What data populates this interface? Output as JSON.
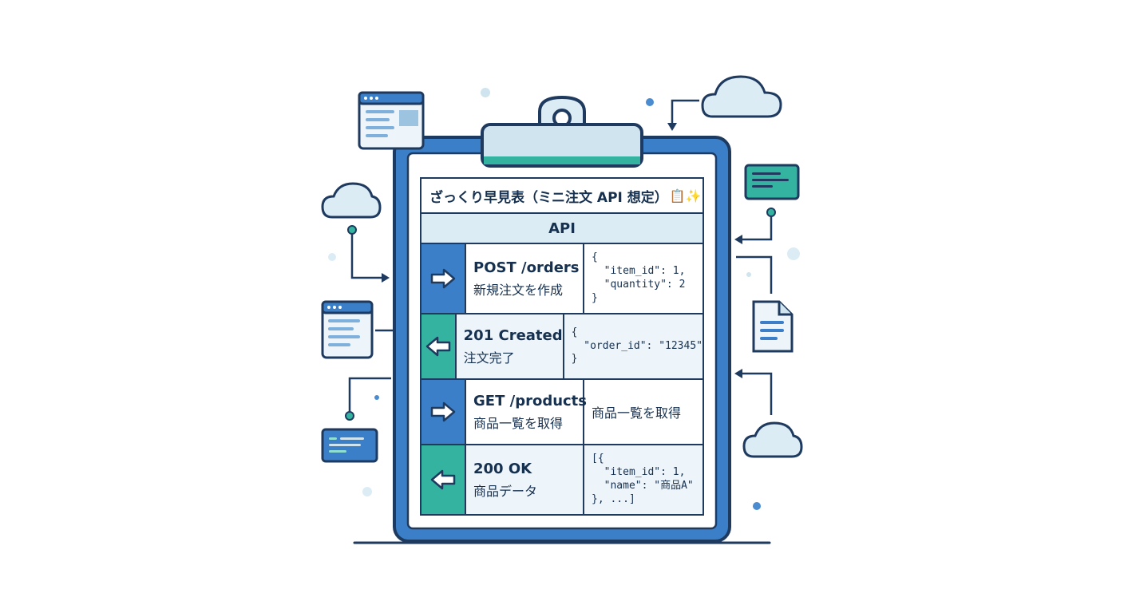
{
  "table": {
    "title": "ざっくり早見表（ミニ注文 API 想定）",
    "title_emoji": "📋✨",
    "header": "API",
    "rows": [
      {
        "direction": "request",
        "arrow_icon": "arrow-right-icon",
        "title": "POST /orders",
        "subtitle": "新規注文を作成",
        "body": "{\n  \"item_id\": 1,\n  \"quantity\": 2\n}"
      },
      {
        "direction": "response",
        "arrow_icon": "arrow-left-icon",
        "title": "201 Created",
        "subtitle": "注文完了",
        "body": "{\n  \"order_id\": \"12345\"\n}"
      },
      {
        "direction": "request",
        "arrow_icon": "arrow-right-icon",
        "title": "GET /products",
        "subtitle": "商品一覧を取得",
        "body": "商品一覧を取得"
      },
      {
        "direction": "response",
        "arrow_icon": "arrow-left-icon",
        "title": "200 OK",
        "subtitle": "商品データ",
        "body": "[{\n  \"item_id\": 1,\n  \"name\": \"商品A\"\n}, ...]"
      }
    ]
  },
  "colors": {
    "outline": "#1f3a5f",
    "request": "#3b7fc8",
    "response": "#34b3a0",
    "header_bg": "#dcecf5",
    "clipboard_frame": "#3b7fc8",
    "clip_accent": "#34b3a0"
  }
}
